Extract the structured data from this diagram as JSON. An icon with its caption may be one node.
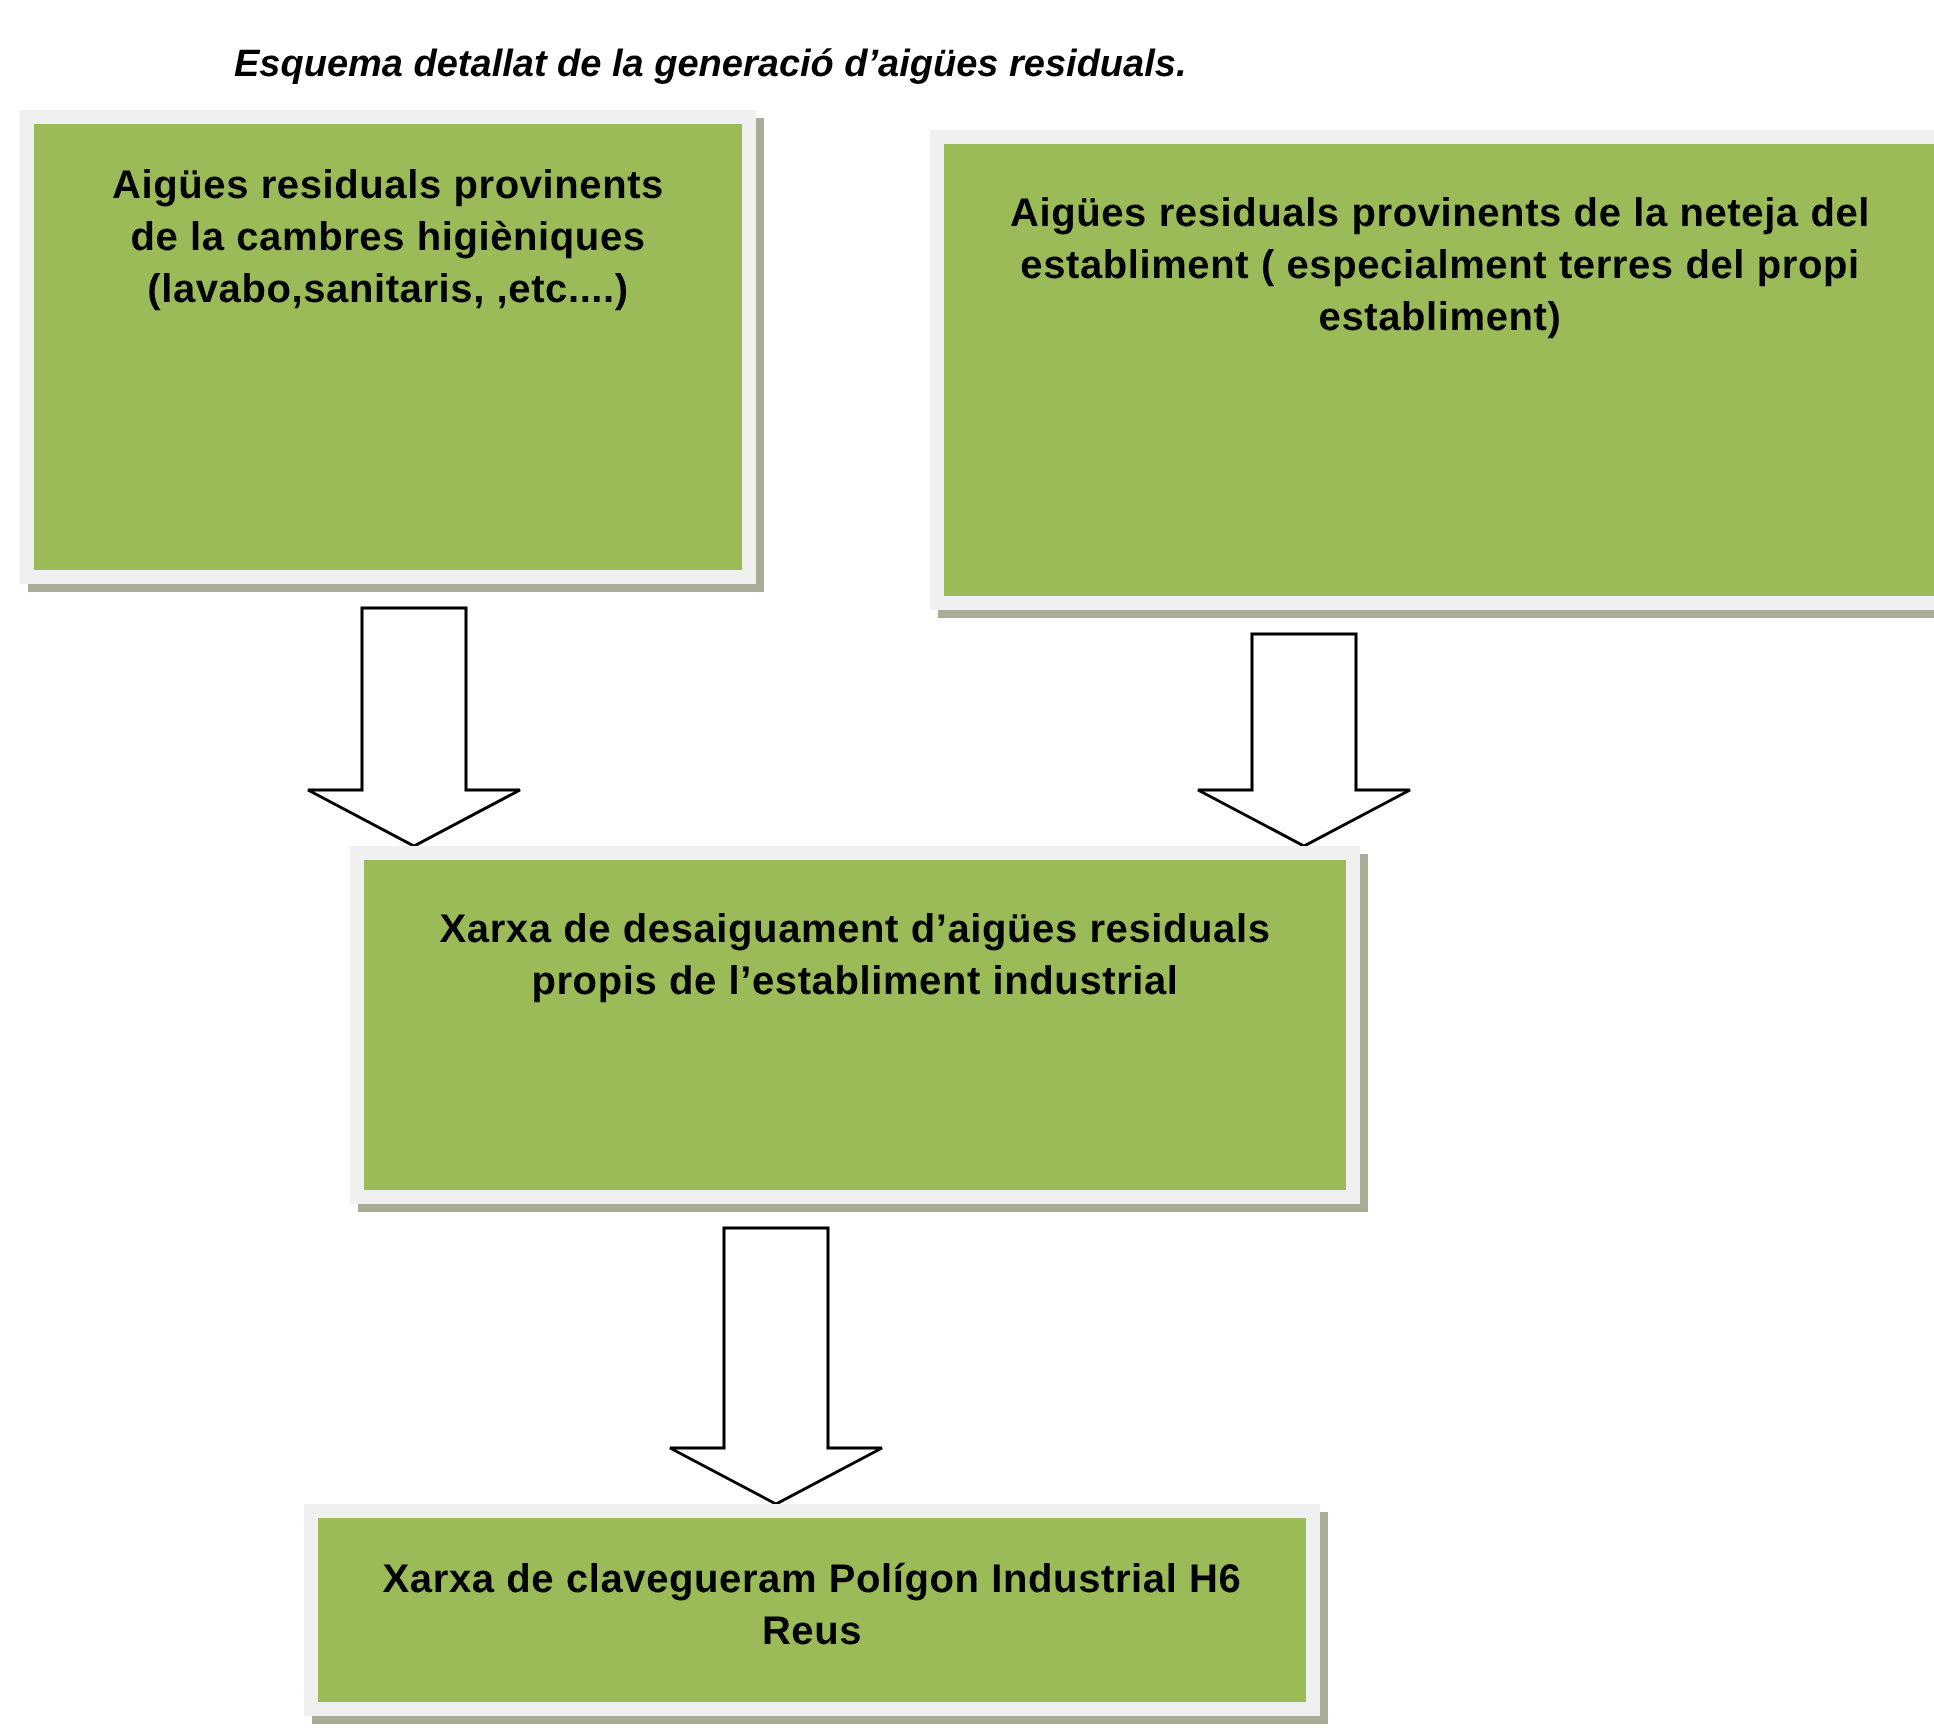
{
  "diagram": {
    "title": "Esquema detallat de la generació d’aigües residuals.",
    "nodes": [
      {
        "text": [
          "Aigües residuals provinents de la cambres higièniques (lavabo,sanitaris, ,etc....)"
        ]
      },
      {
        "text": [
          "Aigües residuals provinents de la neteja del establiment ( especialment  terres del propi establiment)"
        ]
      },
      {
        "text": [
          "Xarxa de desaiguament d’aigües residuals propis de l’establiment industrial"
        ]
      },
      {
        "text": [
          "Xarxa  de clavegueram Polígon Industrial H6 Reus"
        ]
      }
    ],
    "edges": [
      {
        "from": 0,
        "to": 2,
        "arrow": "to"
      },
      {
        "from": 1,
        "to": 2,
        "arrow": "to"
      },
      {
        "from": 2,
        "to": 3,
        "arrow": "to"
      }
    ]
  }
}
